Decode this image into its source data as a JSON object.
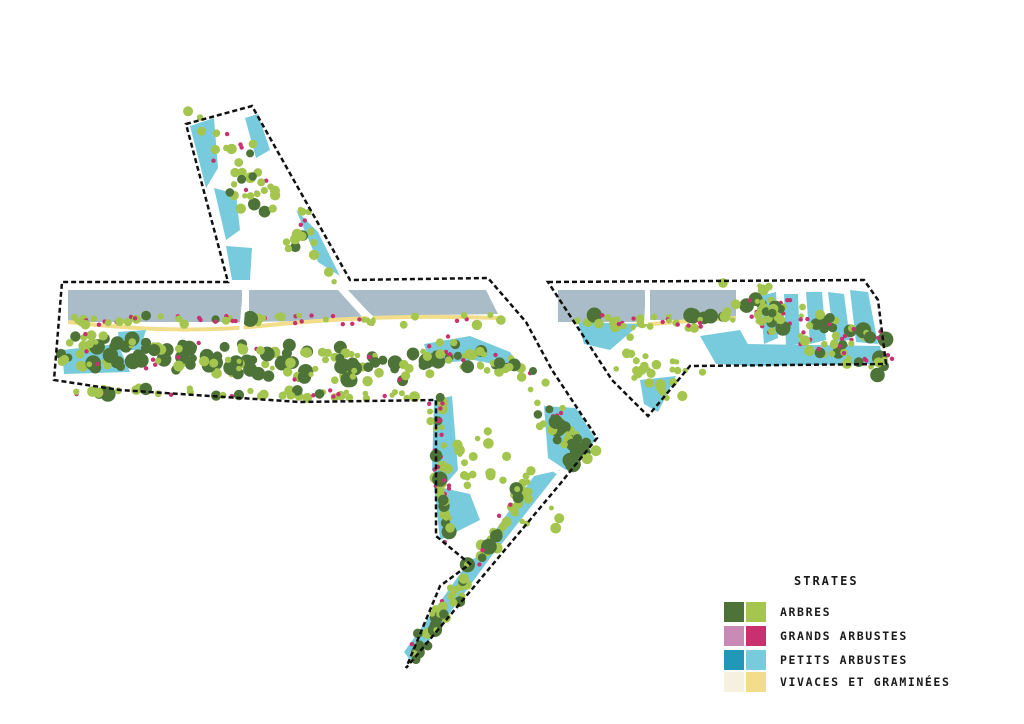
{
  "legend": {
    "title": "STRATES",
    "items": [
      {
        "label": "ARBRES",
        "colors": [
          "#4e7339",
          "#a4c54e"
        ]
      },
      {
        "label": "GRANDS ARBUSTES",
        "colors": [
          "#c98ab5",
          "#c8306f"
        ]
      },
      {
        "label": "PETITS ARBUSTES",
        "colors": [
          "#2198b7",
          "#78cbdc"
        ]
      },
      {
        "label": "VIVACES ET GRAMINÉES",
        "colors": [
          "#f6f0df",
          "#f1dd8a"
        ]
      }
    ]
  },
  "palette": {
    "tree_dark": "#4e7339",
    "tree_light": "#a4c54e",
    "shrub_pink": "#c8306f",
    "shrub_blue": "#78cbdc",
    "paving": "#a9bcc7",
    "grass_strip": "#f1dd8a",
    "boundary": "#111111"
  }
}
